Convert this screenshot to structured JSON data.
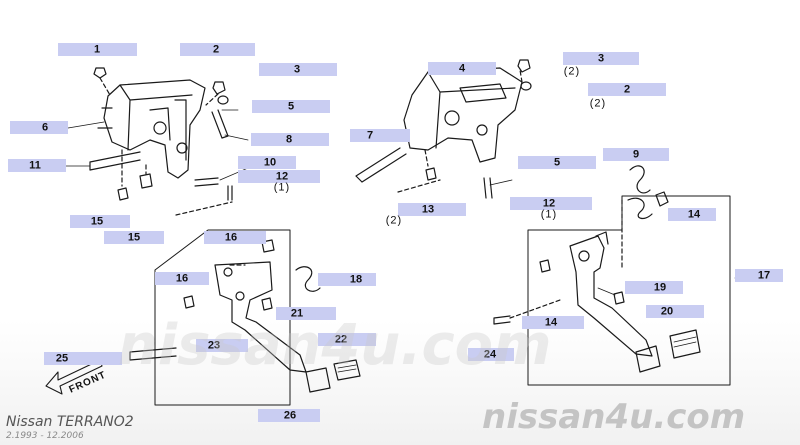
{
  "callouts": {
    "c1": "1",
    "c2a": "2",
    "c3a": "3",
    "c4": "4",
    "c3b": "3",
    "c2b": "2",
    "c6": "6",
    "c5a": "5",
    "c8": "8",
    "c7": "7",
    "c11": "11",
    "c10": "10",
    "c12a": "12",
    "c5b": "5",
    "c9": "9",
    "c13": "13",
    "c15a": "15",
    "c15b": "15",
    "c12b": "12",
    "c14a": "14",
    "c16a": "16",
    "c16b": "16",
    "c18": "18",
    "c17": "17",
    "c19": "19",
    "c20": "20",
    "c21": "21",
    "c14b": "14",
    "c22": "22",
    "c23": "23",
    "c25": "25",
    "c24": "24",
    "c26": "26"
  },
  "notes": {
    "n1": "(1)",
    "n2a": "(2)",
    "n2b": "(2)",
    "n2c": "(2)",
    "n1b": "(1)"
  },
  "front_label": "FRONT",
  "watermark": {
    "center": "nissan4u.com",
    "corner": "nissan4u.com"
  },
  "caption": {
    "model": "Nissan TERRANO2",
    "period": "2.1993 - 12.2006"
  }
}
